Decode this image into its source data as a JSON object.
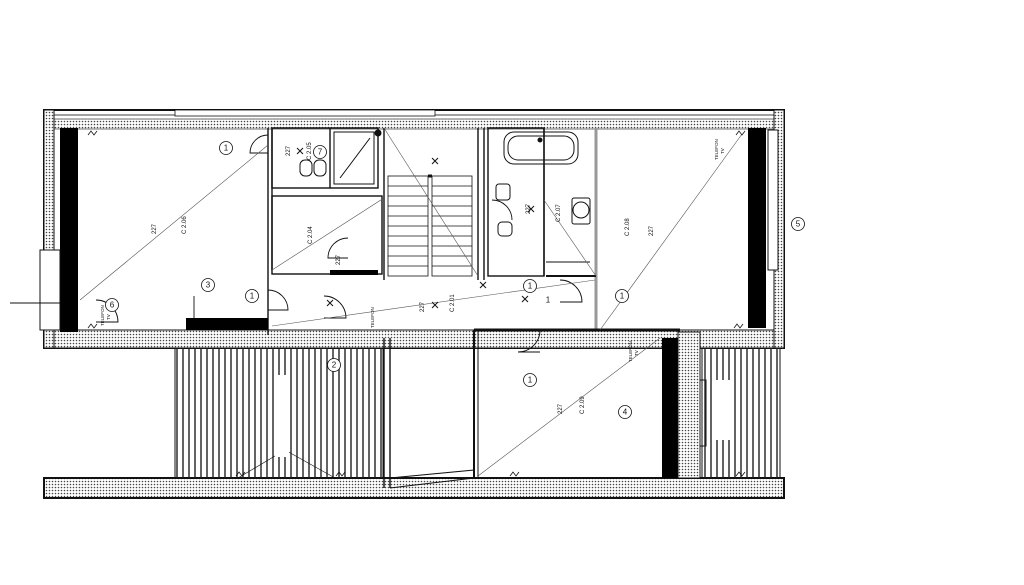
{
  "rooms": [
    {
      "id": "c205",
      "code": "C 2.05"
    },
    {
      "id": "c206",
      "code": "C 2.06"
    },
    {
      "id": "c204",
      "code": "C 2.04"
    },
    {
      "id": "c207",
      "code": "C 2.07"
    },
    {
      "id": "c208",
      "code": "C 2.08"
    },
    {
      "id": "c201",
      "code": "C 2.01"
    },
    {
      "id": "c209",
      "code": "C 2.09"
    }
  ],
  "height_marks": [
    "227",
    "227",
    "227",
    "227",
    "227",
    "227",
    "227"
  ],
  "reference_tags": [
    "1",
    "1",
    "1",
    "1",
    "1",
    "1",
    "2",
    "3",
    "4",
    "5",
    "6",
    "7"
  ],
  "device_labels": {
    "telefon_1": "TELEFON",
    "tv_1": "TV",
    "telefon_2": "TELEFON",
    "tv_2": "TV",
    "telefon_3": "TELEFON",
    "tv_3": "TV",
    "telefon_4": "TELEFON"
  },
  "colors": {
    "line": "#111111",
    "hatch": "#333333",
    "background": "#ffffff",
    "fill_dark": "#000000",
    "fill_mid": "#555555"
  }
}
